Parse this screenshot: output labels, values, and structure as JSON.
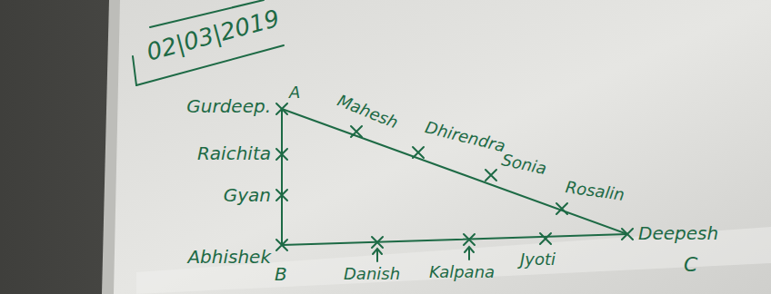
{
  "diagram": {
    "labels": [
      "02|03|2019",
      "Gurdeep.",
      "A",
      "Mahesh",
      "Dhirendra",
      "Sonia",
      "Rosalin",
      "Raichita",
      "Gyan",
      "Abhishek",
      "B",
      "Danish",
      "Kalpana",
      "Jyoti",
      "Deepesh",
      "C"
    ]
  }
}
